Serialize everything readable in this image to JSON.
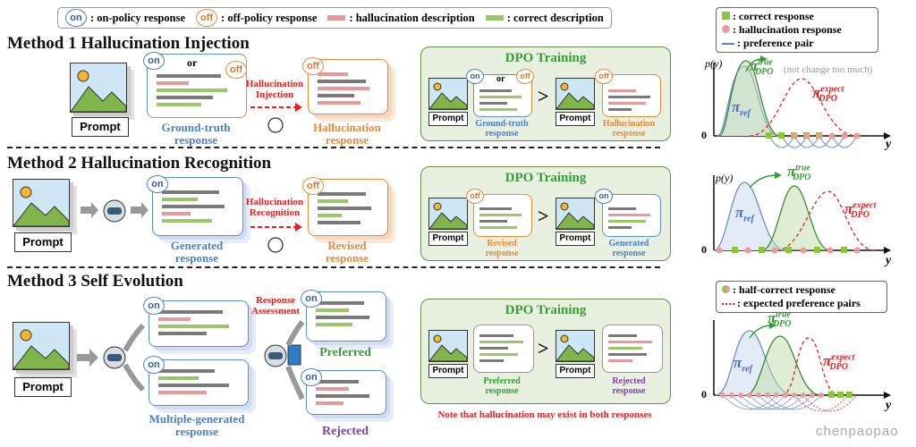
{
  "legend": {
    "on_label": "on",
    "on_text": ": on-policy response",
    "off_label": "off",
    "off_text": ": off-policy response",
    "halluc_text": ": hallucination description",
    "correct_text": ": correct description",
    "colors": {
      "on": "#4a7fc8",
      "off": "#e68a3c",
      "halluc": "#e89a9a",
      "correct": "#9cc66a"
    }
  },
  "method1": {
    "title": "Method 1 Hallucination Injection",
    "prompt": "Prompt",
    "or": "or",
    "card_caption": "Ground-truth\nresponse",
    "arrow_label": "Hallucination\nInjection",
    "result_caption": "Hallucination\nresponse",
    "dpo_title": "DPO Training",
    "dpo_left_caption": "Ground-truth\nresponse",
    "dpo_right_caption": "Hallucination\nresponse"
  },
  "method2": {
    "title": "Method 2 Hallucination Recognition",
    "prompt": "Prompt",
    "card_caption": "Generated\nresponse",
    "arrow_label": "Hallucination\nRecognition",
    "result_caption": "Revised\nresponse",
    "dpo_title": "DPO Training",
    "dpo_left_caption": "Revised\nresponse",
    "dpo_right_caption": "Generated\nresponse"
  },
  "method3": {
    "title": "Method 3 Self Evolution",
    "prompt": "Prompt",
    "card_caption": "Multiple-generated\nresponse",
    "assess_label": "Response\nAssessment",
    "preferred": "Preferred",
    "rejected": "Rejected",
    "dpo_title": "DPO Training",
    "dpo_left_caption": "Preferred\nresponse",
    "dpo_right_caption": "Rejected\nresponse",
    "note": "Note that hallucination may exist in both responses"
  },
  "gt": ">",
  "right_panel": {
    "legend1": {
      "correct": ": correct response",
      "halluc": ": hallucination response",
      "pair": ": preference pair"
    },
    "legend3": {
      "half": ": half-correct response",
      "expected": ": expected preference pairs"
    },
    "py": "p(y)",
    "y": "y",
    "zero": "0",
    "pi_ref": "π",
    "ref_sub": "ref",
    "pi_true": "π",
    "true_sup": "true",
    "dpo_sub": "DPO",
    "expect_sup": "expect",
    "not_change": "(not change too much)"
  },
  "watermark": "chenpaopao"
}
